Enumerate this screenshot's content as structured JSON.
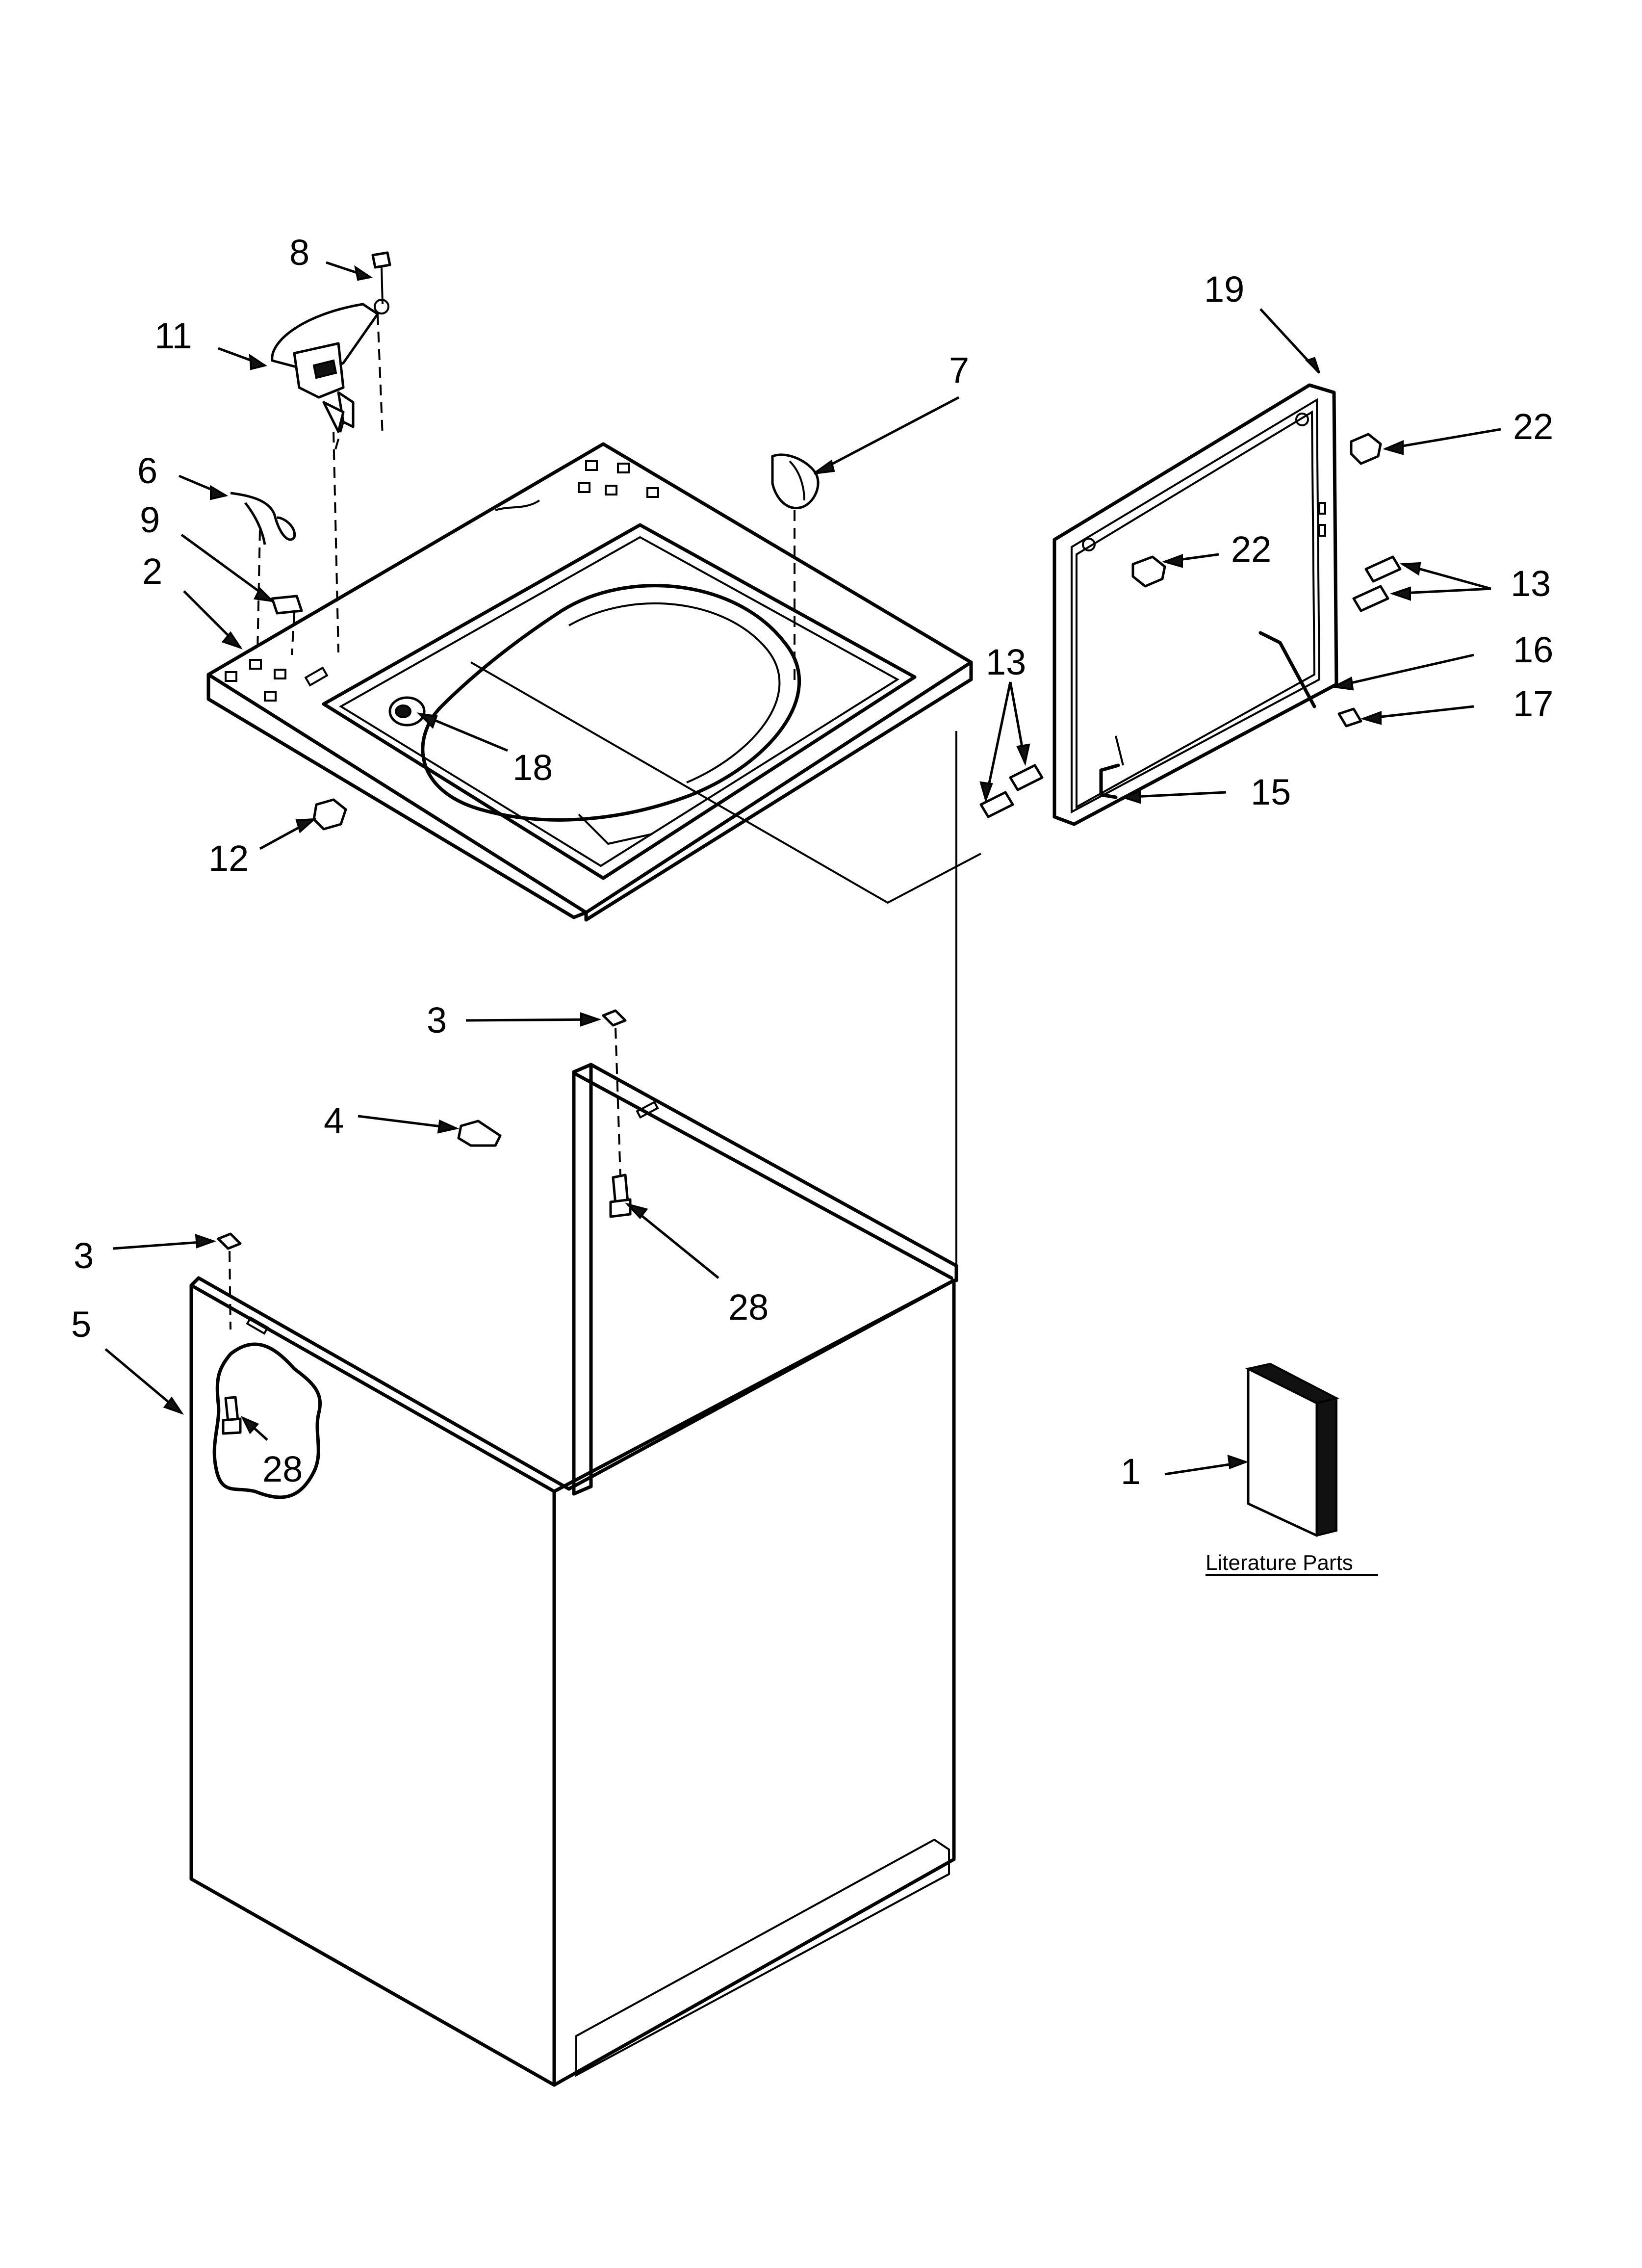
{
  "callouts": [
    {
      "id": "c8",
      "text": "8"
    },
    {
      "id": "c11",
      "text": "11"
    },
    {
      "id": "c7",
      "text": "7"
    },
    {
      "id": "c19",
      "text": "19"
    },
    {
      "id": "c22a",
      "text": "22"
    },
    {
      "id": "c22b",
      "text": "22"
    },
    {
      "id": "c6",
      "text": "6"
    },
    {
      "id": "c9",
      "text": "9"
    },
    {
      "id": "c2",
      "text": "2"
    },
    {
      "id": "c13a",
      "text": "13"
    },
    {
      "id": "c13b",
      "text": "13"
    },
    {
      "id": "c16",
      "text": "16"
    },
    {
      "id": "c17",
      "text": "17"
    },
    {
      "id": "c18",
      "text": "18"
    },
    {
      "id": "c15",
      "text": "15"
    },
    {
      "id": "c12",
      "text": "12"
    },
    {
      "id": "c3a",
      "text": "3"
    },
    {
      "id": "c4",
      "text": "4"
    },
    {
      "id": "c28a",
      "text": "28"
    },
    {
      "id": "c3b",
      "text": "3"
    },
    {
      "id": "c5",
      "text": "5"
    },
    {
      "id": "c28b",
      "text": "28"
    },
    {
      "id": "c1",
      "text": "1"
    }
  ],
  "literature_label": "Literature Parts",
  "parts": {
    "top": "top-panel",
    "lid": "lid",
    "cabinet": "cabinet",
    "lid_switch": "lid-switch",
    "literature": "literature-parts"
  }
}
